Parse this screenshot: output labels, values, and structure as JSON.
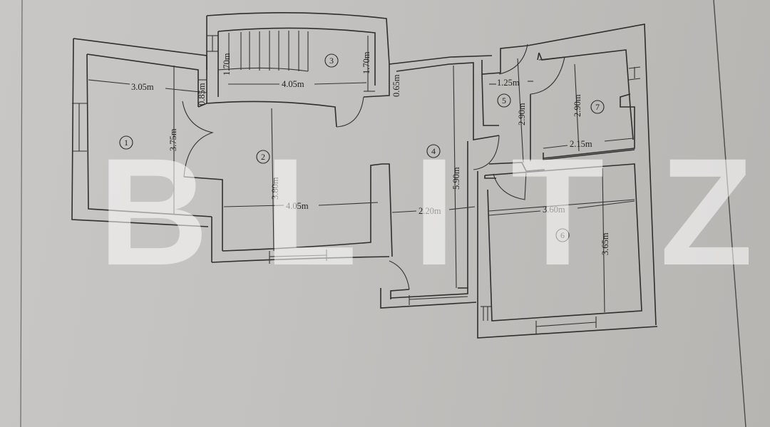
{
  "document": {
    "type": "floor-plan",
    "colors": {
      "paper": "#c6c4c2",
      "ink": "#2e2e2e",
      "watermark": "rgba(255,255,255,0.55)"
    },
    "watermark": "BLITZ"
  },
  "rooms": [
    {
      "number": "1"
    },
    {
      "number": "2"
    },
    {
      "number": "3"
    },
    {
      "number": "4"
    },
    {
      "number": "5"
    },
    {
      "number": "6"
    },
    {
      "number": "7"
    }
  ],
  "dimensions": {
    "room1_width": "3.05m",
    "room1_height": "3.75m",
    "room1_niche": "0.85m",
    "stair_width": "4.05m",
    "stair_left_height": "1.70m",
    "stair_right_height": "1.70m",
    "stair_wall": "0.65m",
    "room2_width": "4.05m",
    "room2_height": "3.80m",
    "room4_width": "2.20m",
    "room4_height": "5.90m",
    "room5_width": "1.25m",
    "room5_height": "2.90m",
    "room7_width": "2.15m",
    "room7_height": "2.90m",
    "room6_width": "3.60m",
    "room6_height": "3.65m"
  }
}
